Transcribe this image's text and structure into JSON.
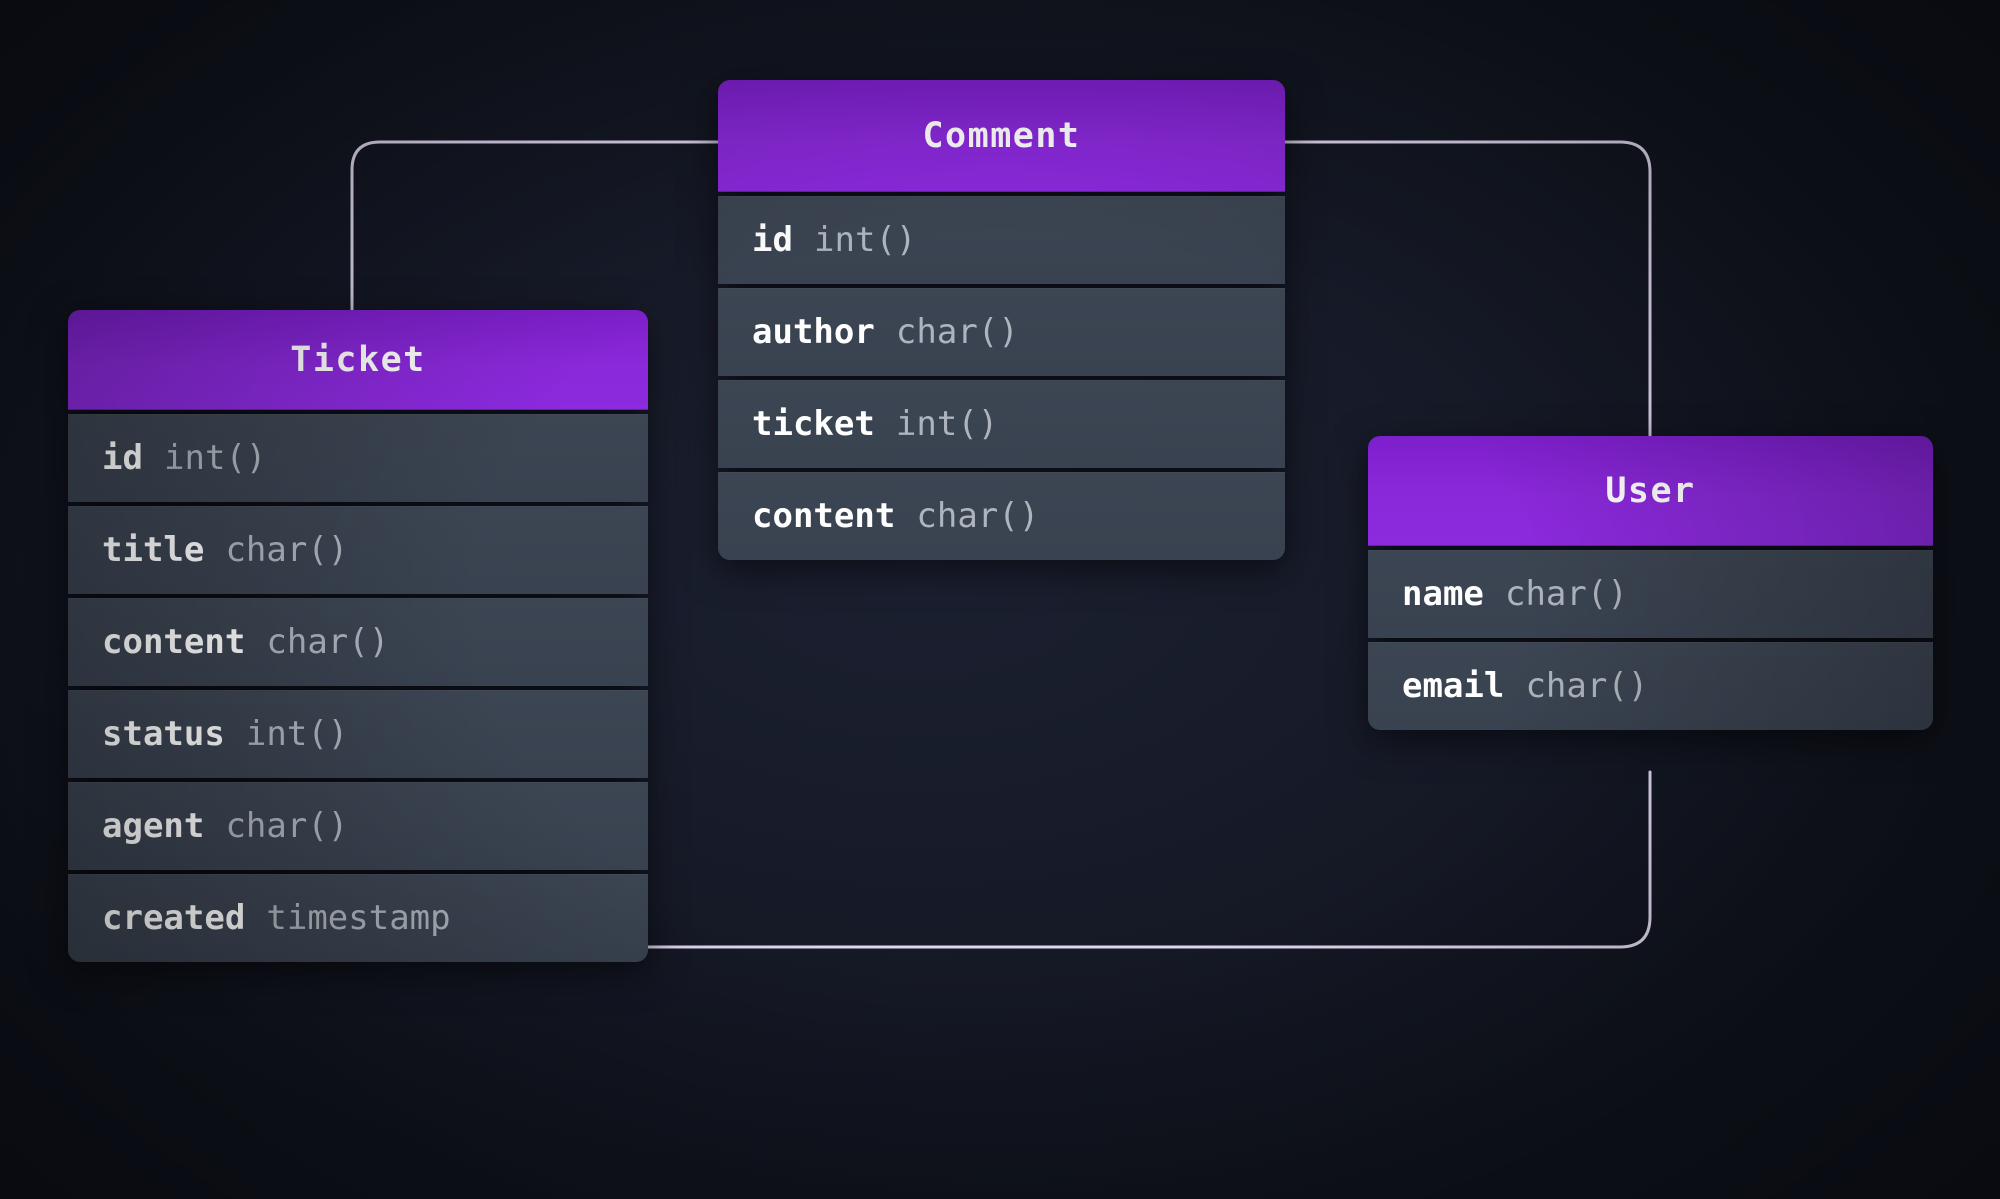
{
  "diagram": {
    "type": "entity-relationship-diagram",
    "background_color": "#171b29",
    "header_color": "#8a29da",
    "row_color": "#3b4450",
    "edge_color": "#ded6ee",
    "entities": [
      {
        "id": "ticket",
        "name": "Ticket",
        "fields": [
          {
            "name": "id",
            "type": "int()"
          },
          {
            "name": "title",
            "type": "char()"
          },
          {
            "name": "content",
            "type": "char()"
          },
          {
            "name": "status",
            "type": "int()"
          },
          {
            "name": "agent",
            "type": "char()"
          },
          {
            "name": "created",
            "type": "timestamp"
          }
        ]
      },
      {
        "id": "comment",
        "name": "Comment",
        "fields": [
          {
            "name": "id",
            "type": "int()"
          },
          {
            "name": "author",
            "type": "char()"
          },
          {
            "name": "ticket",
            "type": "int()"
          },
          {
            "name": "content",
            "type": "char()"
          }
        ]
      },
      {
        "id": "user",
        "name": "User",
        "fields": [
          {
            "name": "name",
            "type": "char()"
          },
          {
            "name": "email",
            "type": "char()"
          }
        ]
      }
    ],
    "relationships": [
      {
        "id": "comment-ticket",
        "from": "comment",
        "from_side": "left",
        "to": "ticket",
        "to_side": "top"
      },
      {
        "id": "comment-user",
        "from": "comment",
        "from_side": "right",
        "to": "user",
        "to_side": "top"
      },
      {
        "id": "ticket-user",
        "from": "ticket",
        "from_field": "agent",
        "from_side": "right",
        "to": "user",
        "to_side": "bottom"
      }
    ]
  }
}
